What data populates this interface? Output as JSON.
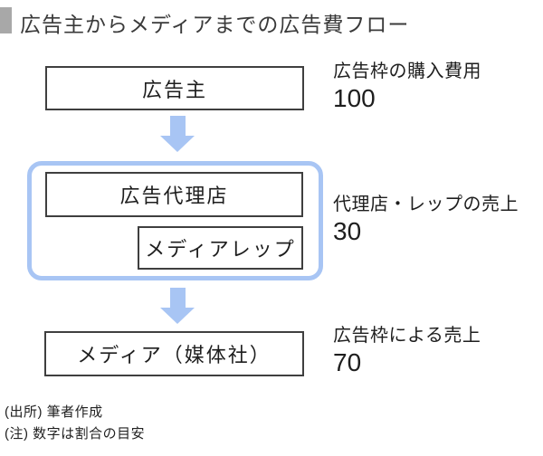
{
  "title": "広告主からメディアまでの広告費フロー",
  "colors": {
    "accent_blue": "#a8c5f4",
    "title_bullet_gray": "#a8a8a8",
    "box_border": "#3f3f3f"
  },
  "diagram": {
    "nodes": {
      "advertiser": "広告主",
      "agency": "広告代理店",
      "media_rep": "メディアレップ",
      "media": "メディア（媒体社）"
    },
    "annotations": [
      {
        "label": "広告枠の購入費用",
        "value": "100"
      },
      {
        "label": "代理店・レップの売上",
        "value": "30"
      },
      {
        "label": "広告枠による売上",
        "value": "70"
      }
    ]
  },
  "footnotes": {
    "source": "(出所) 筆者作成",
    "note": "(注) 数字は割合の目安"
  }
}
